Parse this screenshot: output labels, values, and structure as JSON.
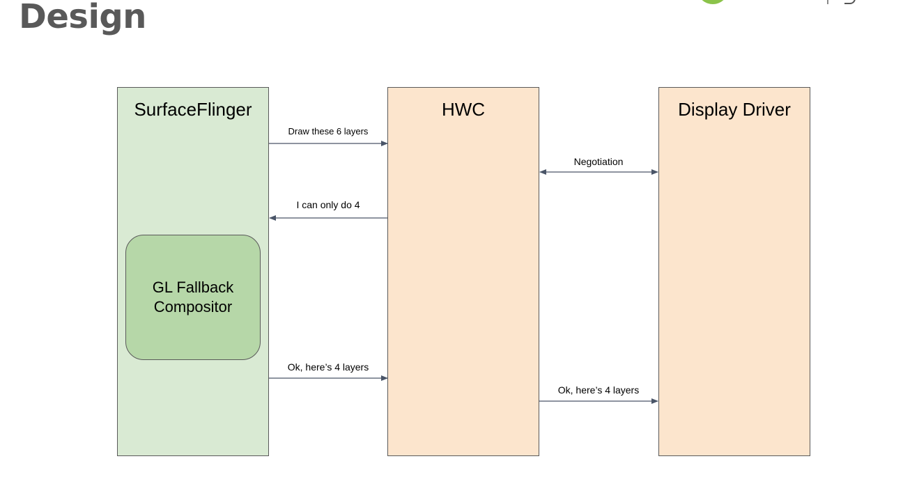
{
  "slide": {
    "title": "Design",
    "logo_icon": "green-circle-logo-icon"
  },
  "lanes": {
    "surfaceflinger": "SurfaceFlinger",
    "hwc": "HWC",
    "display_driver": "Display Driver"
  },
  "fallback": {
    "line1": "GL Fallback",
    "line2": "Compositor"
  },
  "messages": {
    "draw_layers": "Draw these 6 layers",
    "negotiation": "Negotiation",
    "only_four": "I can only do 4",
    "here_four_sf": "Ok, here’s 4 layers",
    "here_four_hwc": "Ok, here’s 4 layers"
  },
  "colors": {
    "surfaceflinger_fill": "#d9ead3",
    "hwc_fill": "#fce5cd",
    "display_driver_fill": "#fce5cd",
    "fallback_fill": "#b6d7a8",
    "arrow": "#4a5568"
  }
}
